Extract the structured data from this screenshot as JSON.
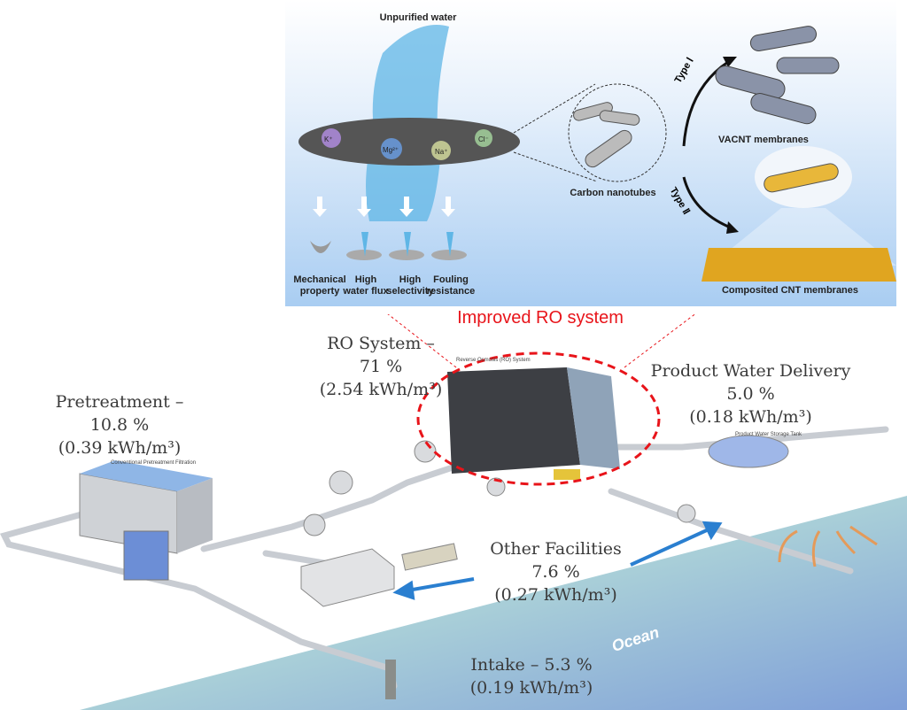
{
  "top_panel": {
    "title": "Unpurified water",
    "ions": [
      "K⁺",
      "Mg²⁺",
      "Na⁺",
      "Cl⁻"
    ],
    "properties": [
      {
        "line1": "Mechanical",
        "line2": "property"
      },
      {
        "line1": "High",
        "line2": "water flux"
      },
      {
        "line1": "High",
        "line2": "selectivity"
      },
      {
        "line1": "Fouling",
        "line2": "resistance"
      }
    ],
    "carbon_nanotubes": "Carbon nanotubes",
    "type1": "Type Ⅰ",
    "type2": "Type Ⅱ",
    "vacnt": "VACNT membranes",
    "composited": "Composited CNT membranes"
  },
  "callout": "Improved RO system",
  "bottom_panel": {
    "ro_system": {
      "name": "RO System –",
      "percent": "71 %",
      "energy": "(2.54 kWh/m³)"
    },
    "pretreatment": {
      "name": "Pretreatment –",
      "percent": "10.8 %",
      "energy": "(0.39 kWh/m³)"
    },
    "product_water": {
      "name": "Product Water Delivery",
      "percent": "5.0 %",
      "energy": "(0.18 kWh/m³)"
    },
    "other_facilities": {
      "name": "Other Facilities",
      "percent": "7.6 %",
      "energy": "(0.27 kWh/m³)"
    },
    "intake": {
      "name": "Intake – 5.3 %",
      "energy": "(0.19 kWh/m³)"
    },
    "ocean": "Ocean",
    "small_labels": {
      "ro_unit": "Reverse Osmosis (RO) System",
      "pretreatment_unit": "Conventional Pretreatment Filtration",
      "tank": "Product Water Storage Tank"
    }
  },
  "colors": {
    "callout_red": "#e8141a",
    "arrow_blue": "#2a7fd0"
  }
}
